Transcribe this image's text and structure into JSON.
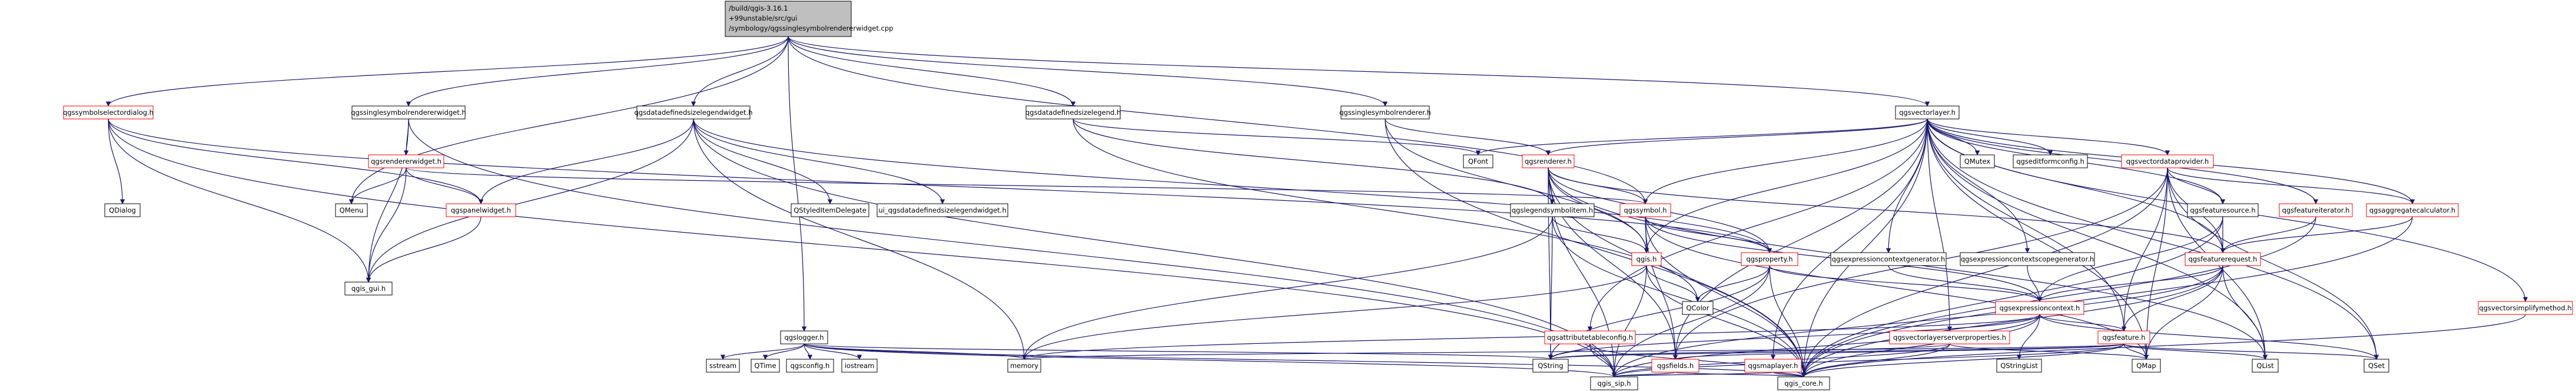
{
  "colors": {
    "edge": "#191970",
    "root_fill": "#bfbfbf",
    "root_stroke": "#000000",
    "normal_stroke": "#000000",
    "red_stroke": "#ff0000",
    "text": "#000000"
  },
  "root": {
    "line1": "/build/qgis-3.16.1",
    "line2": "+99unstable/src/gui",
    "line3": "/symbology/qgssinglesymbolrendererwidget.cpp"
  },
  "nodes": {
    "qgssymbolselectordialog_h": "qgssymbolselectordialog.h",
    "qgssinglesymbolrendererwidget_h": "qgssinglesymbolrendererwidget.h",
    "qgsdatadefinedsizelegendwidget_h": "qgsdatadefinedsizelegendwidget.h",
    "qgsdatadefinedsizelegend_h": "qgsdatadefinedsizelegend.h",
    "qgssinglesymbolrenderer_h": "qgssinglesymbolrenderer.h",
    "qgsvectorlayer_h": "qgsvectorlayer.h",
    "qgsrendererwidget_h": "qgsrendererwidget.h",
    "qgsrenderer_h": "qgsrenderer.h",
    "qdialog": "QDialog",
    "qmenu": "QMenu",
    "qgspanelwidget_h": "qgspanelwidget.h",
    "qgis_gui_h": "qgis_gui.h",
    "qstyleditemdelegate": "QStyledItemDelegate",
    "ui_qgsdatadefinedsizelegendwidget": "ui_qgsdatadefinedsizelegendwidget.h",
    "qgslegendsymbolitem_h": "qgslegendsymbolitem.h",
    "qgssymbol_h": "qgssymbol.h",
    "qfont": "QFont",
    "qmutex": "QMutex",
    "qgseditformconfig_h": "qgseditformconfig.h",
    "qgsvectordataprovider_h": "qgsvectordataprovider.h",
    "qgsfeaturesource_h": "qgsfeaturesource.h",
    "qgsfeatureiterator_h": "qgsfeatureiterator.h",
    "qgsaggregatecalculator_h": "qgsaggregatecalculator.h",
    "qgsexpressioncontextgenerator_h": "qgsexpressioncontextgenerator.h",
    "qgsexpressioncontextscopegenerator_h": "qgsexpressioncontextscopegenerator.h",
    "qgis_h": "qgis.h",
    "qgsproperty_h": "qgsproperty.h",
    "qgsfeaturerequest_h": "qgsfeaturerequest.h",
    "qgsexpressioncontext_h": "qgsexpressioncontext.h",
    "qcolor": "QColor",
    "qgsvectorsimplifymethod_h": "qgsvectorsimplifymethod.h",
    "qgslogger_h": "qgslogger.h",
    "qgsattributetableconfig_h": "qgsattributetableconfig.h",
    "qgsvectorlayerserverproperties_h": "qgsvectorlayerserverproperties.h",
    "qgsfeature_h": "qgsfeature.h",
    "qstringlist": "QStringList",
    "sstream": "sstream",
    "qtime": "QTime",
    "qgsconfig_h": "qgsconfig.h",
    "iostream": "iostream",
    "memory": "memory",
    "qstring": "QString",
    "qgsfields_h": "qgsfields.h",
    "qgsmaplayer_h": "qgsmaplayer.h",
    "qmap": "QMap",
    "qlist": "QList",
    "qset": "QSet",
    "qgis_sip_h": "qgis_sip.h",
    "qgis_core_h": "qgis_core.h"
  }
}
